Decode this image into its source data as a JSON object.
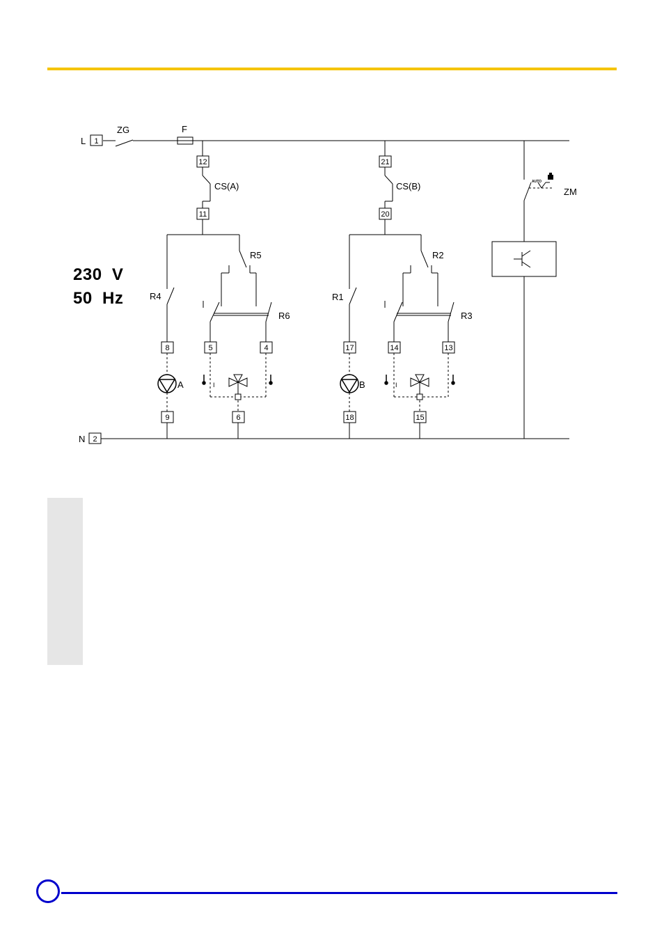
{
  "voltage": "230  V",
  "frequency": "50  Hz",
  "labels": {
    "line": "L",
    "neutral": "N",
    "main_switch": "ZG",
    "fuse": "F",
    "safety_a": "CS(A)",
    "safety_b": "CS(B)",
    "time_switch": "ZM",
    "relay_r1": "R1",
    "relay_r2": "R2",
    "relay_r3": "R3",
    "relay_r4": "R4",
    "relay_r5": "R5",
    "relay_r6": "R6",
    "pump_a": "A",
    "pump_b": "B",
    "auto": "AUTO"
  },
  "terminals": {
    "t1": "1",
    "t2": "2",
    "t4": "4",
    "t5": "5",
    "t6": "6",
    "t8": "8",
    "t9": "9",
    "t11": "11",
    "t12": "12",
    "t13": "13",
    "t14": "14",
    "t15": "15",
    "t17": "17",
    "t18": "18",
    "t20": "20",
    "t21": "21"
  },
  "colors": {
    "top_rule": "#f5c400",
    "bottom_rule": "#0000cc",
    "side_panel": "#e6e6e6"
  }
}
